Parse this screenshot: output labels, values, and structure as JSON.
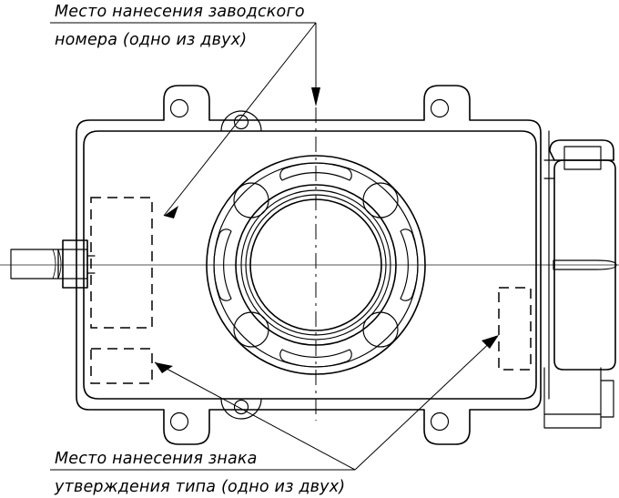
{
  "document": {
    "kind": "engineering-drawing",
    "subject": "device-front-view-marking-locations",
    "background_color": "#ffffff",
    "line_color": "#000000",
    "centerline_color": "#555555"
  },
  "annotations": {
    "top": {
      "id": "serial-number-marking",
      "line1": "Место нанесения заводского",
      "line2": "номера (одно из двух)",
      "arrow_targets": [
        "upper-left-dashed-plate",
        "flange-top-center"
      ]
    },
    "bottom": {
      "id": "type-approval-mark",
      "line1": "Место нанесения знака",
      "line2": "утверждения типа (одно из двух)",
      "arrow_targets": [
        "lower-left-dashed-plate",
        "right-dashed-plate"
      ]
    }
  },
  "parts": {
    "body": {
      "label": "main-housing"
    },
    "mounting_lugs": [
      {
        "label": "lug-top-left"
      },
      {
        "label": "lug-top-right"
      },
      {
        "label": "lug-bottom-left"
      },
      {
        "label": "lug-bottom-right"
      }
    ],
    "bosses": [
      {
        "label": "boss-top"
      },
      {
        "label": "boss-bottom"
      }
    ],
    "flange": {
      "label": "central-circular-flange",
      "bolt_holes": 4,
      "arc_slots": 4
    },
    "connector": {
      "label": "right-connector-block"
    },
    "shaft": {
      "label": "left-shaft-stub"
    },
    "marking_plates": [
      {
        "label": "upper-left-dashed-plate",
        "style": "dashed"
      },
      {
        "label": "lower-left-dashed-plate",
        "style": "dashed"
      },
      {
        "label": "right-dashed-plate",
        "style": "dashed"
      }
    ]
  }
}
